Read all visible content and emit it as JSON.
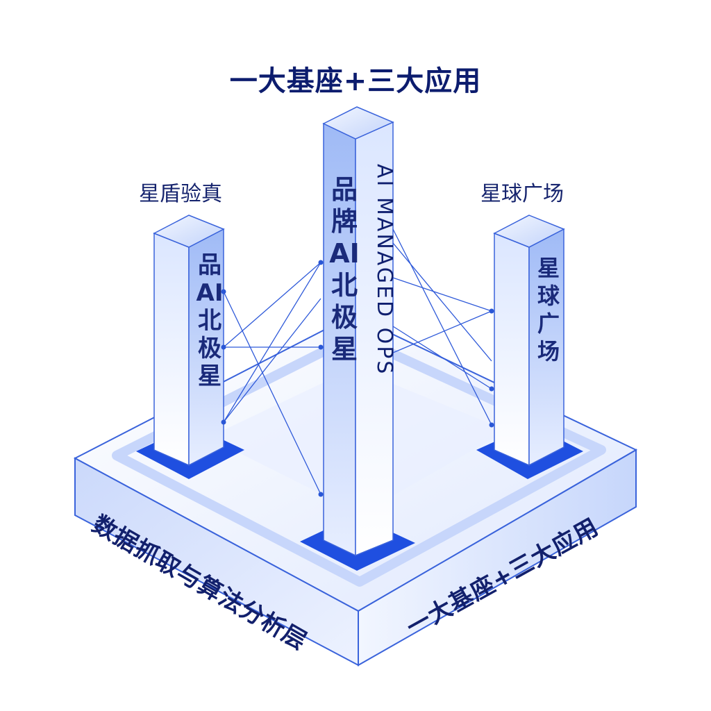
{
  "title": "一大基座+三大应用",
  "pillars": {
    "left": {
      "label": "星盾验真",
      "vertical_text": [
        "品",
        "AI",
        "北",
        "极",
        "星"
      ]
    },
    "center": {
      "vertical_text": [
        "品",
        "牌",
        "AI",
        "北",
        "极",
        "星"
      ],
      "english_text": "AI MANAGED OPS"
    },
    "right": {
      "label": "星球广场",
      "vertical_text": [
        "星",
        "球",
        "广",
        "场"
      ]
    }
  },
  "base": {
    "left_face_text": "数据抓取与算法分析层",
    "right_face_text": "一大基座+三大应用"
  },
  "colors": {
    "title": "#0c1c6e",
    "accent": "#1f4fe0",
    "pillar_light": "#eef3ff",
    "pillar_mid": "#c9d8fb",
    "pillar_dark": "#9bb6f5",
    "outline": "#2a57d6"
  }
}
